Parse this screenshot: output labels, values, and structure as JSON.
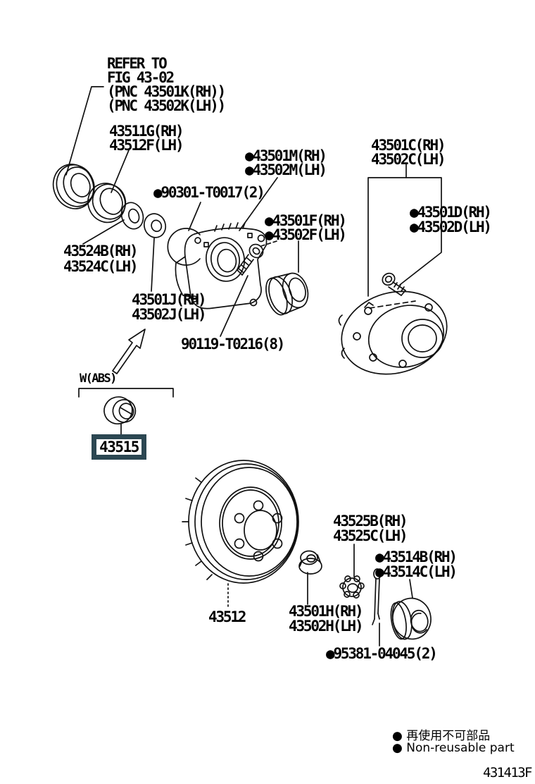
{
  "diagram": {
    "fig_code": "431413F",
    "highlight_color": "#2c4752",
    "note": {
      "lines": [
        "REFER TO",
        "FIG 43-02",
        "(PNC 43501K(RH))",
        "(PNC 43502K(LH))"
      ]
    },
    "labels": {
      "seal_inner": [
        "43511G(RH)",
        "43512F(LH)"
      ],
      "hub_bearing": [
        "●43501M(RH)",
        "●43502M(LH)"
      ],
      "front_axle_hub": [
        "43501C(RH)",
        "43502C(LH)"
      ],
      "snap_ring": "●90301-T0017(2)",
      "dust_cover": [
        "●43501F(RH)",
        "●43502F(LH)"
      ],
      "hub_bolt_d": [
        "●43501D(RH)",
        "●43502D(LH)"
      ],
      "thrust_washer": [
        "43524B(RH)",
        "43524C(LH)"
      ],
      "spacer_ring": [
        "43501J(RH)",
        "43502J(LH)"
      ],
      "hub_bolt": "90119-T0216(8)",
      "abs_note": "W(ABS)",
      "abs_rotor": "43515",
      "disc": "43512",
      "lock_cap": [
        "43525B(RH)",
        "43525C(LH)"
      ],
      "grease_cap": [
        "●43514B(RH)",
        "●43514C(LH)"
      ],
      "hub_nut": [
        "43501H(RH)",
        "43502H(LH)"
      ],
      "cotter_pin": "●95381-04045(2)"
    },
    "legend": {
      "ja": "● 再使用不可部品",
      "en": "● Non-reusable part"
    }
  }
}
